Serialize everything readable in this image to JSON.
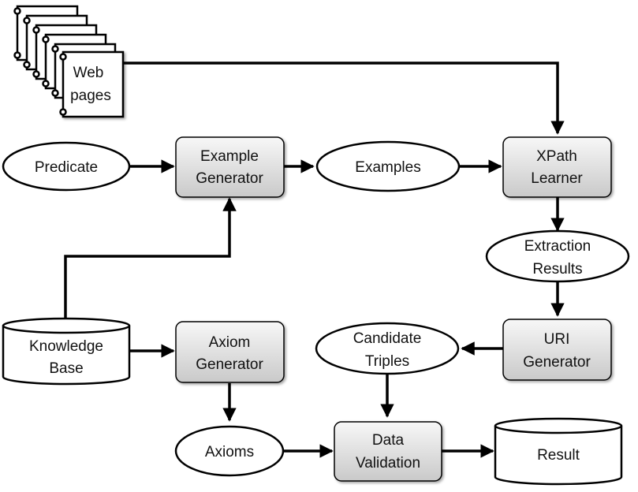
{
  "nodes": {
    "web_pages": {
      "line1": "Web",
      "line2": "pages"
    },
    "predicate": {
      "line1": "Predicate"
    },
    "example_generator": {
      "line1": "Example",
      "line2": "Generator"
    },
    "examples": {
      "line1": "Examples"
    },
    "xpath_learner": {
      "line1": "XPath",
      "line2": "Learner"
    },
    "extraction_results": {
      "line1": "Extraction",
      "line2": "Results"
    },
    "knowledge_base": {
      "line1": "Knowledge",
      "line2": "Base"
    },
    "axiom_generator": {
      "line1": "Axiom",
      "line2": "Generator"
    },
    "candidate_triples": {
      "line1": "Candidate",
      "line2": "Triples"
    },
    "uri_generator": {
      "line1": "URI",
      "line2": "Generator"
    },
    "axioms": {
      "line1": "Axioms"
    },
    "data_validation": {
      "line1": "Data",
      "line2": "Validation"
    },
    "result": {
      "line1": "Result"
    }
  },
  "colors": {
    "box_fill_top": "#f7f7f7",
    "box_fill_bottom": "#c9c9c9",
    "stroke": "#000000"
  }
}
